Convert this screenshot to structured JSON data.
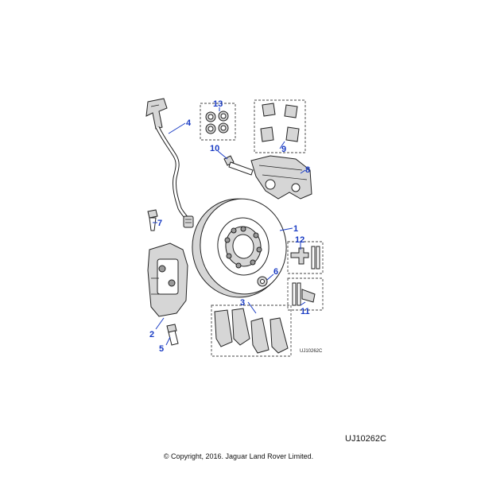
{
  "callouts": {
    "c1": "1",
    "c2": "2",
    "c3": "3",
    "c4": "4",
    "c5": "5",
    "c6": "6",
    "c7": "7",
    "c8": "8",
    "c9": "9",
    "c10": "10",
    "c11": "11",
    "c12": "12",
    "c13": "13"
  },
  "reference_small": "UJ10262C",
  "reference_code": "UJ10262C",
  "copyright": "© Copyright, 2016. Jaguar Land Rover Limited.",
  "colors": {
    "callout": "#1a3cc4",
    "line": "#222222"
  }
}
